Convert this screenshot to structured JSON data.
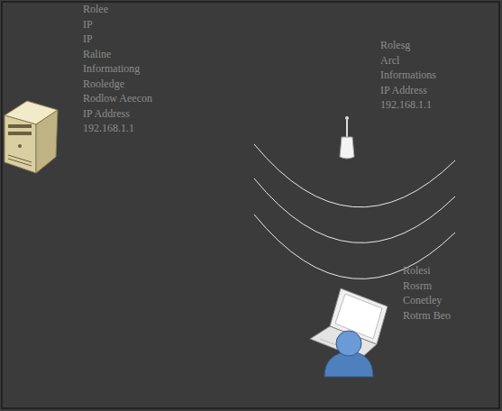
{
  "diagram": {
    "labels": [
      "Rolee",
      "IP",
      "IP",
      "Raline",
      "Informationg",
      "Rooledge",
      "Rodlow Aeecon",
      "IP Address",
      "192.168.1.1",
      "Rolesg",
      "Arcl",
      "Informations",
      "IP Address",
      "192.168.1.1",
      "Rolesi",
      "Rosrm",
      "Conetley",
      "Rotrm Beo"
    ]
  }
}
